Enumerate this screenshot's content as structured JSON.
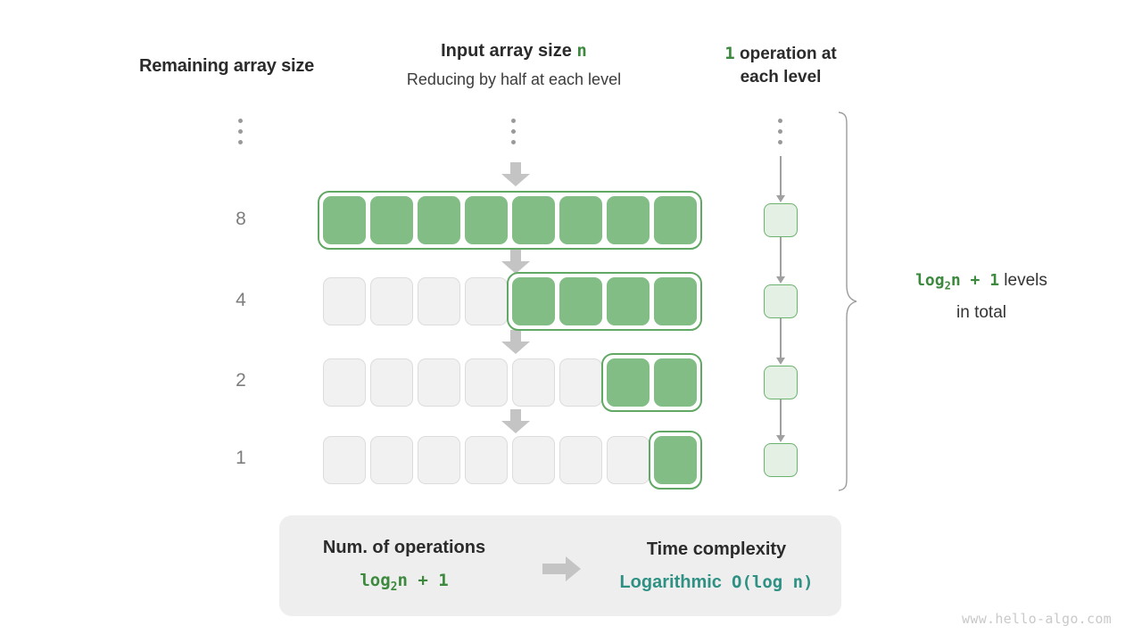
{
  "headers": {
    "remaining": "Remaining array size",
    "input_title_prefix": "Input array size ",
    "input_title_var": "n",
    "input_subtitle": "Reducing by half at each level",
    "ops_count": "1",
    "ops_line1_rest": " operation at",
    "ops_line2": "each level"
  },
  "colors": {
    "green_fill": "#82bd85",
    "green_border": "#62a865",
    "green_text": "#3d8a3f",
    "light_green_fill": "#e4f0e4",
    "gray_cell": "#f1f1f1",
    "gray_arrow": "#c4c4c4",
    "teal_text": "#2e9184",
    "panel_bg": "#eeeeee"
  },
  "levels": [
    {
      "label": "8",
      "total_cells": 8,
      "green_from": 0,
      "green_count": 8
    },
    {
      "label": "4",
      "total_cells": 8,
      "green_from": 4,
      "green_count": 4
    },
    {
      "label": "2",
      "total_cells": 8,
      "green_from": 6,
      "green_count": 2
    },
    {
      "label": "1",
      "total_cells": 8,
      "green_from": 7,
      "green_count": 1
    }
  ],
  "ops_boxes": 4,
  "ellipsis_dots": 3,
  "note": {
    "formula_pre": "log",
    "formula_sub": "2",
    "formula_post": "n + 1",
    "line1_rest": " levels",
    "line2": "in total"
  },
  "summary": {
    "left_title": "Num. of operations",
    "left_value_pre": "log",
    "left_value_sub": "2",
    "left_value_post": "n + 1",
    "right_title": "Time complexity",
    "right_value_word": "Logarithmic",
    "right_value_big_o": "O(log n)"
  },
  "watermark": "www.hello-algo.com"
}
